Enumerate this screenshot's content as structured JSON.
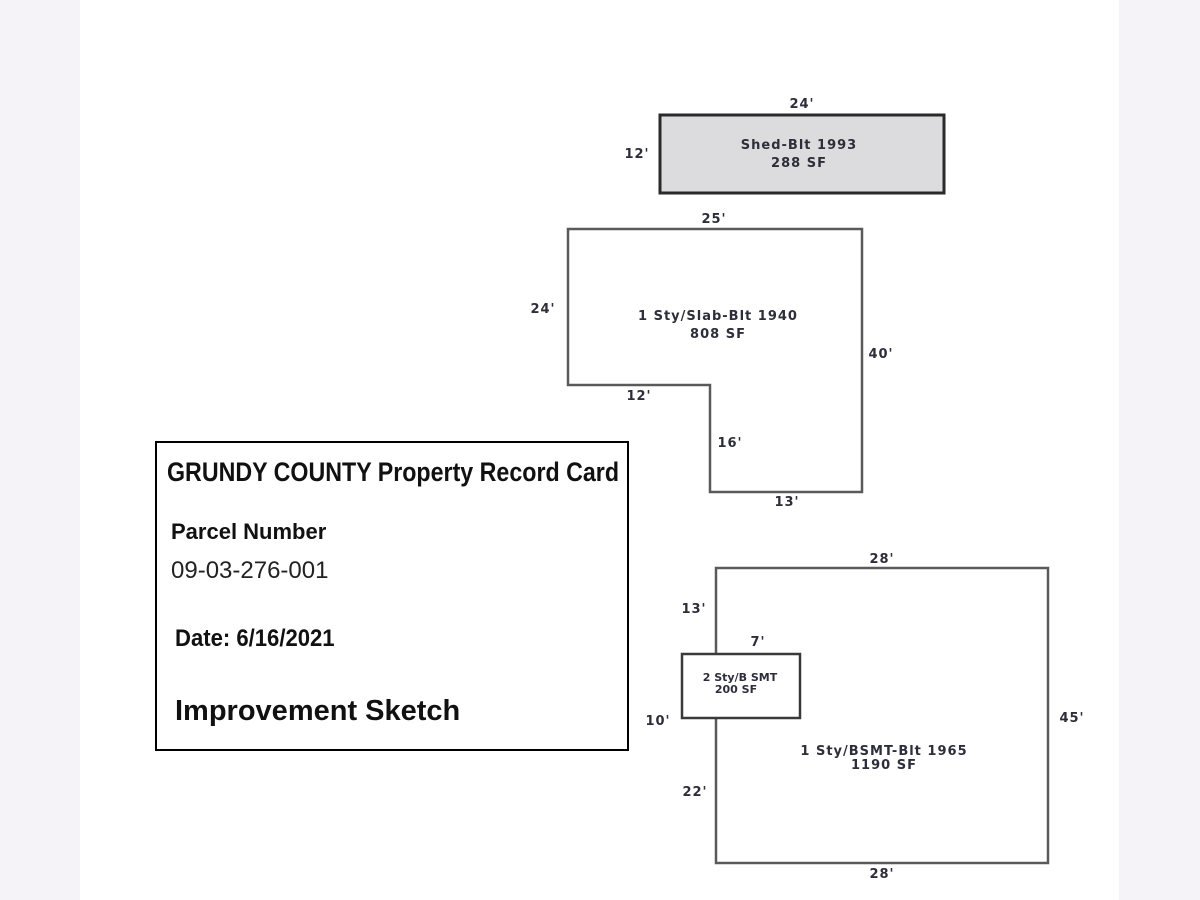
{
  "info_card": {
    "title": "GRUNDY COUNTY Property Record Card",
    "parcel_label": "Parcel Number",
    "parcel_number": "09-03-276-001",
    "date_line": "Date: 6/16/2021",
    "section_title": "Improvement Sketch"
  },
  "colors": {
    "shed_fill": "#dcdcde",
    "outline": "#5a5a5a",
    "page_bg": "#ffffff",
    "margin_bg": "#f5f3f7"
  },
  "structures": [
    {
      "id": "shed",
      "line1": "Shed-Blt 1993",
      "line2": "288 SF",
      "dimensions": {
        "top": "24'",
        "left": "12'"
      }
    },
    {
      "id": "house-1940",
      "line1": "1 Sty/Slab-Blt 1940",
      "line2": "808 SF",
      "dimensions": {
        "top": "25'",
        "left": "24'",
        "right": "40'",
        "inner_bottom": "12'",
        "inner_side": "16'",
        "bottom": "13'"
      }
    },
    {
      "id": "house-1965",
      "line1": "1 Sty/BSMT-Blt 1965",
      "line2": "1190 SF",
      "dimensions": {
        "top": "28'",
        "bottom": "28'",
        "right": "45'",
        "left_upper": "13'",
        "left_lower": "22'"
      }
    },
    {
      "id": "addition-2sty",
      "line1": "2 Sty/B SMT",
      "line2": "200 SF",
      "dimensions": {
        "top": "7'",
        "left": "10'"
      }
    }
  ]
}
